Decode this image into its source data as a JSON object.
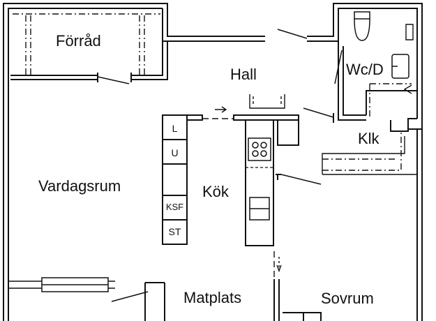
{
  "rooms": {
    "forrad": "Förråd",
    "hall": "Hall",
    "wc": "Wc/D",
    "klk": "Klk",
    "vardagsrum": "Vardagsrum",
    "kok": "Kök",
    "matplats": "Matplats",
    "sovrum": "Sovrum"
  },
  "kitchen_units": {
    "l": "L",
    "u": "U",
    "ksf": "KSF",
    "st": "ST"
  }
}
